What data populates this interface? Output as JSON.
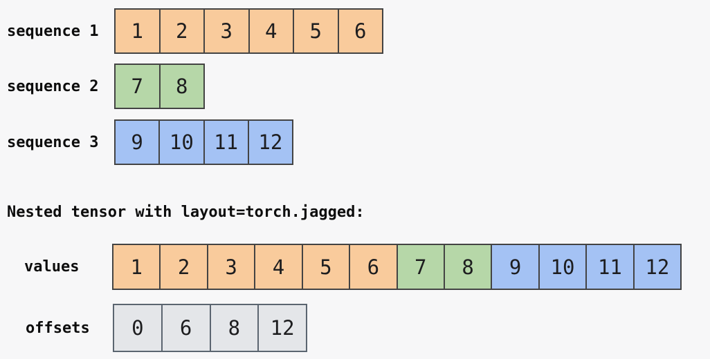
{
  "title": "Nested tensor with layout=torch.jagged:",
  "colors": {
    "background": "#f7f7f8",
    "orange": "#f9cb9c",
    "green": "#b6d7a8",
    "blue": "#a4c2f4",
    "gray": "#e4e6e9",
    "cell_border": "#434343",
    "offsets_border": "#5b6570"
  },
  "sequences": [
    {
      "label": "sequence 1",
      "color_name": "orange",
      "cells": [
        "1",
        "2",
        "3",
        "4",
        "5",
        "6"
      ]
    },
    {
      "label": "sequence 2",
      "color_name": "green",
      "cells": [
        "7",
        "8"
      ]
    },
    {
      "label": "sequence 3",
      "color_name": "blue",
      "cells": [
        "9",
        "10",
        "11",
        "12"
      ]
    }
  ],
  "nested_tensor": {
    "values_label": "values",
    "values_cells": [
      {
        "value": "1",
        "color": "orange"
      },
      {
        "value": "2",
        "color": "orange"
      },
      {
        "value": "3",
        "color": "orange"
      },
      {
        "value": "4",
        "color": "orange"
      },
      {
        "value": "5",
        "color": "orange"
      },
      {
        "value": "6",
        "color": "orange"
      },
      {
        "value": "7",
        "color": "green"
      },
      {
        "value": "8",
        "color": "green"
      },
      {
        "value": "9",
        "color": "blue"
      },
      {
        "value": "10",
        "color": "blue"
      },
      {
        "value": "11",
        "color": "blue"
      },
      {
        "value": "12",
        "color": "blue"
      }
    ],
    "offsets_label": "offsets",
    "offsets_cells": [
      "0",
      "6",
      "8",
      "12"
    ],
    "offsets_color_name": "gray"
  }
}
